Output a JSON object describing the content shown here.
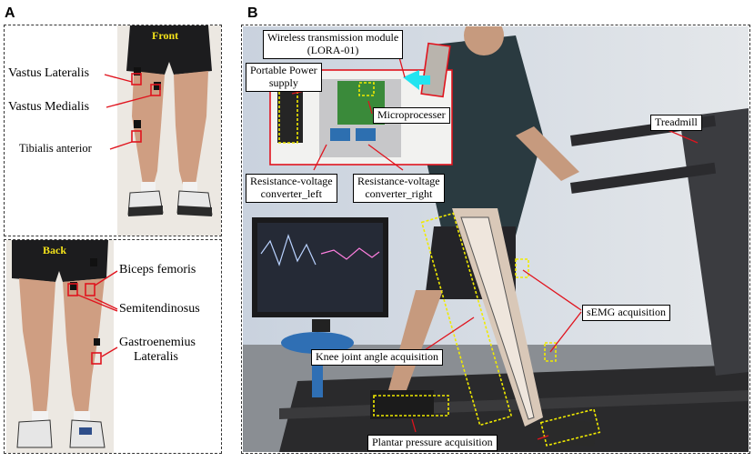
{
  "panels": {
    "a_label": "A",
    "b_label": "B"
  },
  "panel_a": {
    "front_tag": "Front",
    "back_tag": "Back",
    "front_labels": [
      "Vastus Lateralis",
      "Vastus Medialis",
      "Tibialis anterior"
    ],
    "back_labels": [
      "Biceps femoris",
      "Semitendinosus",
      "Gastroenemius",
      "Lateralis"
    ]
  },
  "panel_b": {
    "wireless_line1": "Wireless transmission module",
    "wireless_line2": "(LORA-01)",
    "power_line1": "Portable Power",
    "power_line2": "supply",
    "microprocessor": "Microprocesser",
    "rv_left_line1": "Resistance-voltage",
    "rv_left_line2": "converter_left",
    "rv_right_line1": "Resistance-voltage",
    "rv_right_line2": "converter_right",
    "treadmill": "Treadmill",
    "semg": "sEMG acquisition",
    "knee": "Knee joint angle acquisition",
    "plantar": "Plantar pressure acquisition"
  },
  "colors": {
    "marker_red": "#e0141e",
    "tag_yellow": "#f3e21a",
    "dashed_yellow": "#f0ea00",
    "arrow_cyan": "#22e4f0"
  }
}
